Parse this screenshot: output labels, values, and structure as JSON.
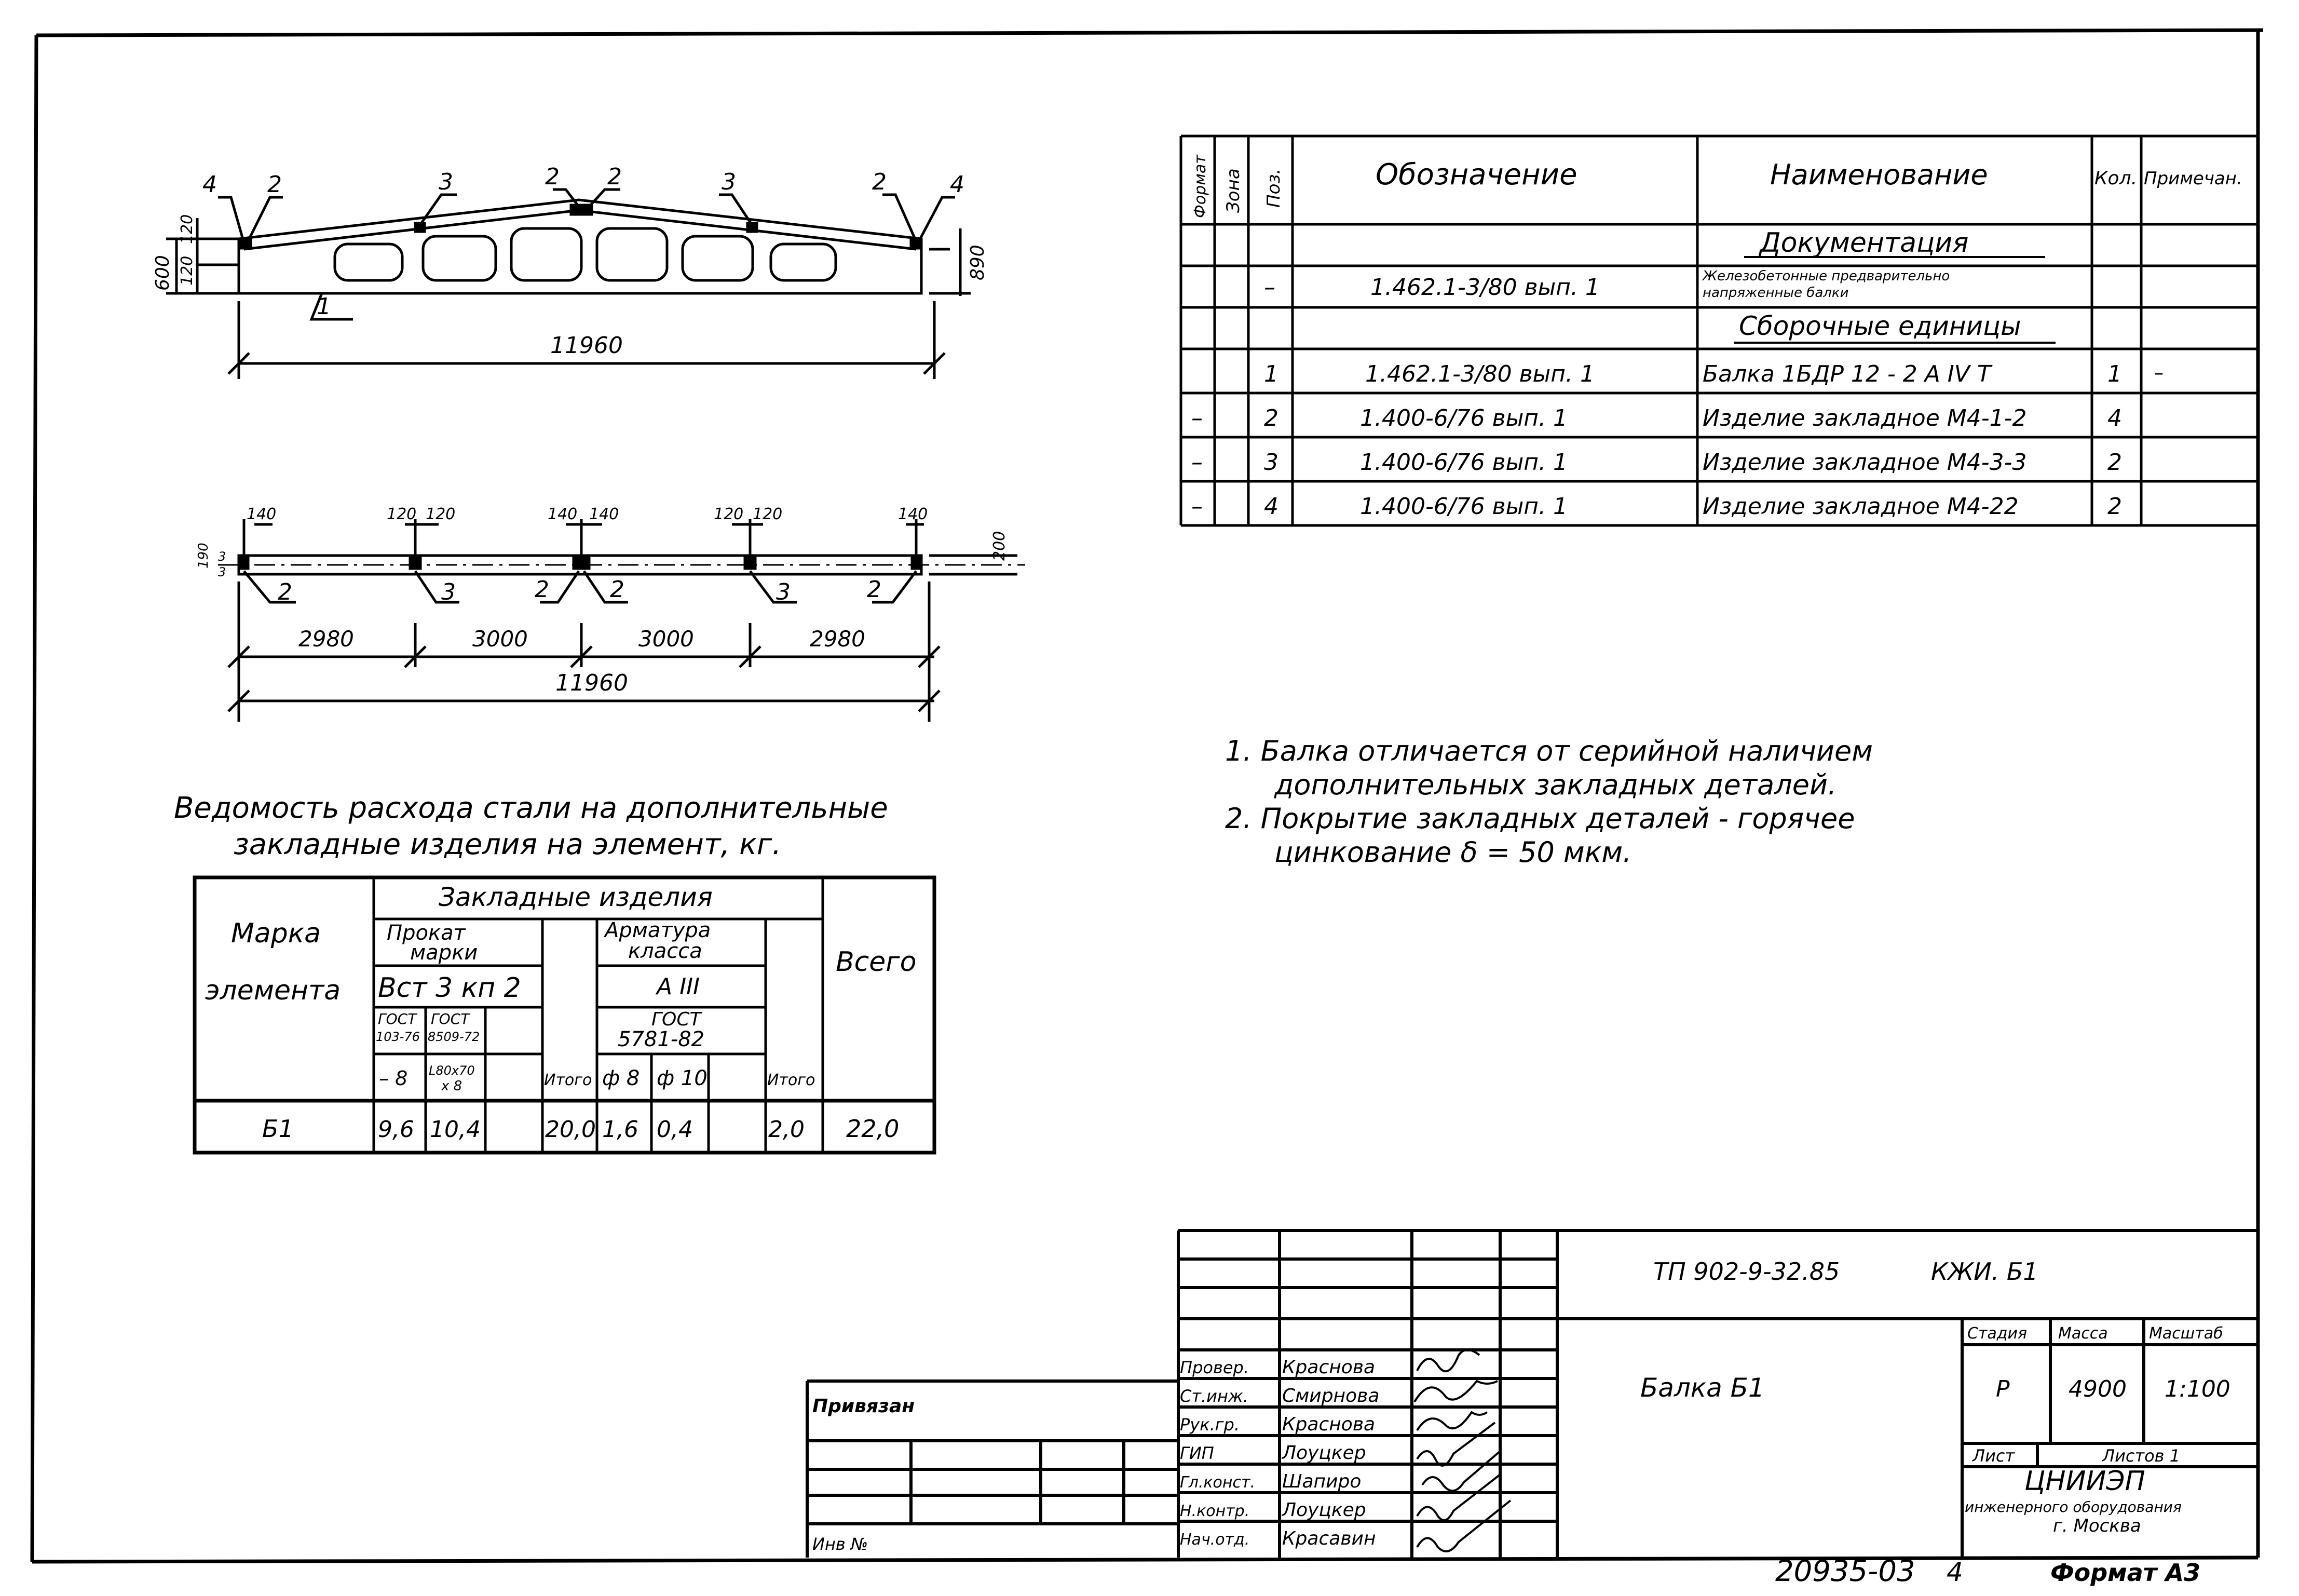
{
  "elevation": {
    "dim_length": "11960",
    "dim_height_left": "600",
    "dim_120_top": "120",
    "dim_120_bottom": "120",
    "dim_height_right": "890",
    "callouts": [
      "4",
      "2",
      "3",
      "2",
      "2",
      "3",
      "2",
      "4",
      "1"
    ]
  },
  "plan": {
    "dims_top": [
      "140",
      "120",
      "120",
      "140",
      "140",
      "120",
      "120",
      "140"
    ],
    "dim_left_a": "190",
    "dim_left_b": "3",
    "dim_left_c": "3",
    "dim_right": "200",
    "callouts": [
      "2",
      "3",
      "2",
      "2",
      "3",
      "2"
    ],
    "spans": [
      "2980",
      "3000",
      "3000",
      "2980"
    ],
    "total": "11960"
  },
  "spec": {
    "headers": {
      "format": "Формат",
      "zone": "Зона",
      "pos": "Поз.",
      "designation": "Обозначение",
      "name": "Наименование",
      "qty": "Кол.",
      "note": "Примечан."
    },
    "section_doc": "Документация",
    "section_assembly": "Сборочные единицы",
    "doc_row": {
      "pos": "–",
      "designation": "1.462.1-3/80 вып. 1",
      "name_line1": "Железобетонные предварительно",
      "name_line2": "напряженные балки"
    },
    "rows": [
      {
        "format": "",
        "pos": "1",
        "designation": "1.462.1-3/80 вып. 1",
        "name": "Балка 1БДР 12 - 2 А IV Т",
        "qty": "1",
        "note": "–"
      },
      {
        "format": "–",
        "pos": "2",
        "designation": "1.400-6/76 вып. 1",
        "name": "Изделие закладное М4-1-2",
        "qty": "4",
        "note": ""
      },
      {
        "format": "–",
        "pos": "3",
        "designation": "1.400-6/76 вып. 1",
        "name": "Изделие закладное М4-3-3",
        "qty": "2",
        "note": ""
      },
      {
        "format": "–",
        "pos": "4",
        "designation": "1.400-6/76 вып. 1",
        "name": "Изделие закладное М4-22",
        "qty": "2",
        "note": ""
      }
    ]
  },
  "notes": [
    "1. Балка отличается от серийной наличием",
    "дополнительных закладных деталей.",
    "2. Покрытие закладных деталей - горячее",
    "цинкование δ = 50 мкм."
  ],
  "steel_table": {
    "title_line1": "Ведомость расхода стали на дополнительные",
    "title_line2": "закладные изделия на элемент, кг.",
    "col_mark_1": "Марка",
    "col_mark_2": "элемента",
    "group": "Закладные изделия",
    "rolled_1": "Прокат",
    "rolled_2": "марки",
    "rolled_grade": "Вст 3 кп 2",
    "gost_a_1": "ГОСТ",
    "gost_a_2": "103-76",
    "gost_b_1": "ГОСТ",
    "gost_b_2": "8509-72",
    "size_a": "– 8",
    "size_b_1": "L80х70",
    "size_b_2": "х 8",
    "subtotal": "Итого",
    "rebar_1": "Арматура",
    "rebar_2": "класса",
    "rebar_class": "А III",
    "gost_c_1": "ГОСТ",
    "gost_c_2": "5781-82",
    "d8": "ф 8",
    "d10": "ф 10",
    "total": "Всего",
    "row": {
      "mark": "Б1",
      "v8": "9,6",
      "vL": "10,4",
      "sub1": "20,0",
      "d8": "1,6",
      "d10": "0,4",
      "sub2": "2,0",
      "total": "22,0"
    }
  },
  "title_block": {
    "code": "ТП 902-9-32.85",
    "sheet_code": "КЖИ. Б1",
    "title": "Балка Б1",
    "stage_label": "Стадия",
    "mass_label": "Масса",
    "scale_label": "Масштаб",
    "stage": "Р",
    "mass": "4900",
    "scale": "1:100",
    "sheet_label": "Лист",
    "sheets_label": "Листов 1",
    "org_1": "ЦНИИЭП",
    "org_2": "инженерного оборудования",
    "org_3": "г. Москва",
    "roles": [
      {
        "role": "Провер.",
        "name": "Краснова"
      },
      {
        "role": "Ст.инж.",
        "name": "Смирнова"
      },
      {
        "role": "Рук.гр.",
        "name": "Краснова"
      },
      {
        "role": "ГИП",
        "name": "Лоуцкер"
      },
      {
        "role": "Гл.конст.",
        "name": "Шапиро"
      },
      {
        "role": "Н.контр.",
        "name": "Лоуцкер"
      },
      {
        "role": "Нач.отд.",
        "name": "Красавин"
      }
    ],
    "bound": "Привязан",
    "inv": "Инв №",
    "stamp_number": "20935-03",
    "stamp_sheet": "4",
    "format": "Формат А3"
  }
}
